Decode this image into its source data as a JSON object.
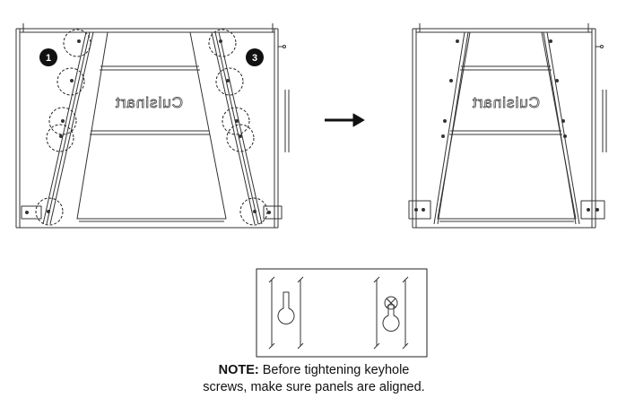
{
  "left_panel": {
    "brand": "Cuisinart",
    "steps": [
      "1",
      "3"
    ]
  },
  "right_panel": {
    "brand": "Cuisinart"
  },
  "note": {
    "label": "NOTE:",
    "line1": "Before tightening keyhole",
    "line2": "screws, make sure panels are aligned."
  },
  "colors": {
    "line": "#333333",
    "badge": "#111111"
  }
}
